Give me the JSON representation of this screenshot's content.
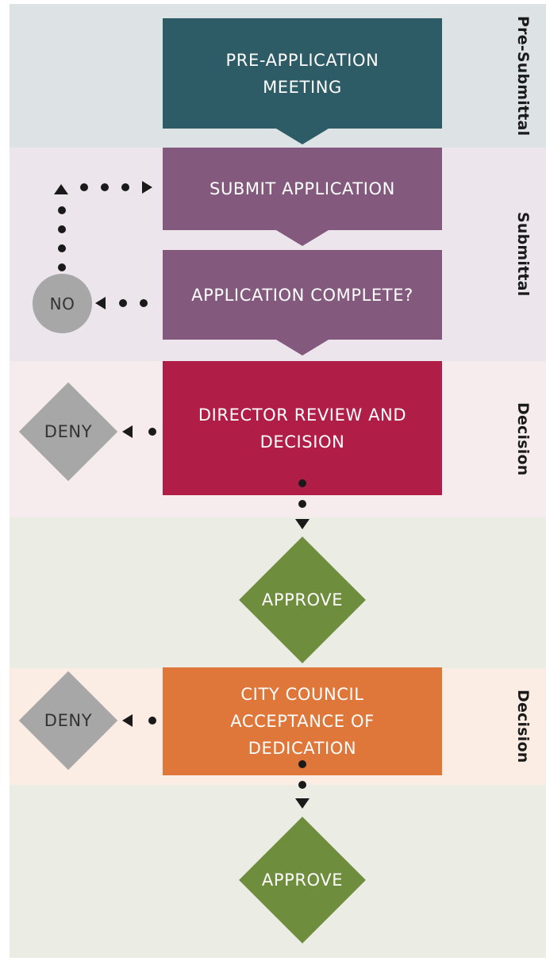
{
  "phases": {
    "pre_submittal": "Pre-Submittal",
    "submittal": "Submittal",
    "decision_1": "Decision",
    "decision_2": "Decision"
  },
  "steps": {
    "pre_application": "PRE-APPLICATION MEETING",
    "submit_application": "SUBMIT APPLICATION",
    "application_complete": "APPLICATION COMPLETE?",
    "director_review": "DIRECTOR REVIEW AND DECISION",
    "council_acceptance": "CITY COUNCIL ACCEPTANCE OF DEDICATION"
  },
  "outcomes": {
    "no": "NO",
    "deny_1": "DENY",
    "approve_1": "APPROVE",
    "deny_2": "DENY",
    "approve_2": "APPROVE"
  },
  "colors": {
    "band_pre": "#dde3e5",
    "band_submittal": "#ece6ec",
    "band_decision_1": "#f6ecee",
    "band_approve": "#ebede4",
    "band_decision_2": "#fbece4",
    "teal": "#2e5c66",
    "purple": "#835a7d",
    "crimson": "#b01e48",
    "green": "#6e8d3d",
    "orange": "#df773b",
    "gray": "#a7a7a8"
  }
}
